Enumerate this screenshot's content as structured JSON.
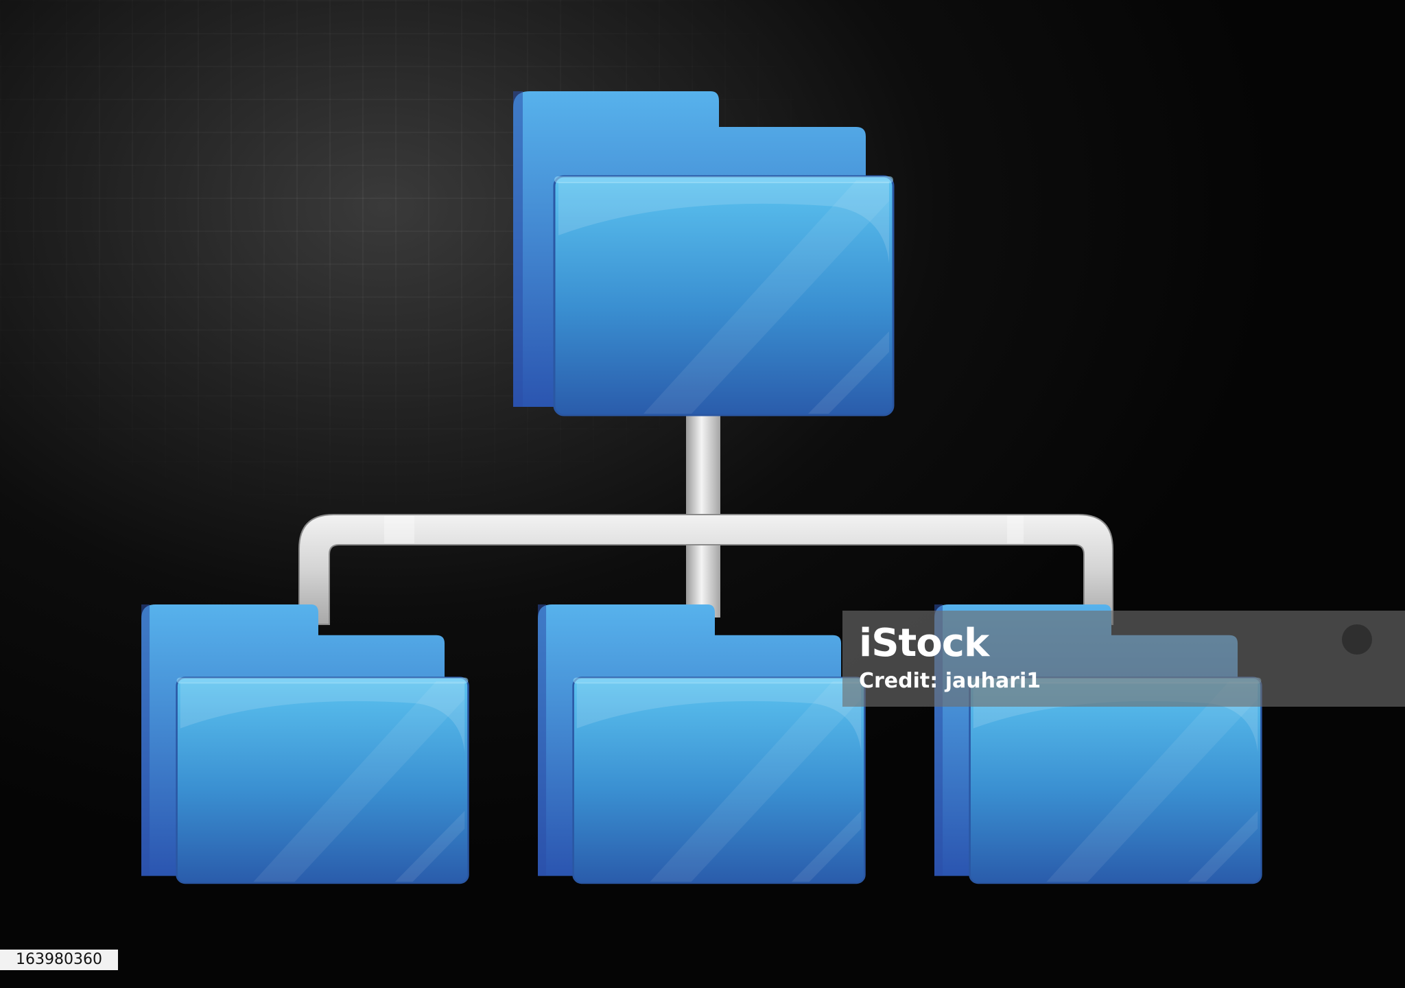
{
  "watermark": {
    "logo_text": "iStock",
    "credit_text": "Credit: jauhari1"
  },
  "stock_id": "163980360",
  "icons": {
    "root_folder": "open-folder-icon",
    "child_folders": [
      "open-folder-icon",
      "open-folder-icon",
      "open-folder-icon"
    ],
    "connectors": "tree-connector-pipes"
  },
  "colors": {
    "background": "#050505",
    "folder_light": "#4fb8ea",
    "folder_dark": "#2a5fb5",
    "connector": "#d9d9d9"
  }
}
